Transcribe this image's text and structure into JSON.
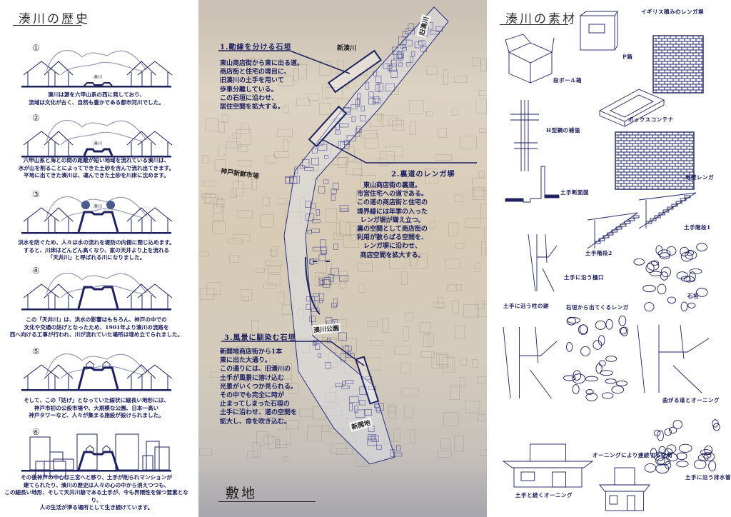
{
  "history": {
    "title": "湊川の歴史",
    "steps": [
      {
        "num": "①",
        "river_label": "湊川",
        "text": "湊川は源を六甲山系の西に発しており、\n流域は文化が古く、自然も豊かである都市河川でした。"
      },
      {
        "num": "②",
        "river_label": "湊川",
        "text": "六甲山系と海との間の距離が短い地域を流れている湊川は、\n水が山を削ることによってできた土砂を含んで流れ出てきます。\n平地に出てきた湊川は、運んできた土砂を川床に沈めます。"
      },
      {
        "num": "③",
        "river_label": "湊川",
        "text": "洪水を防ぐため、人々は水の流れを堤防の内側に閉じ込めます。\nすると、川床はどんどん高くなり、家の天井より上を流れる\n「天井川」と呼ばれる川になりました。"
      },
      {
        "num": "④",
        "text": "この「天井川」は、洪水の影響はもちろん、神戸の中での\n文化や交通の妨げとなったため、1901年より湊川の流路を\n西へ向ける工事が行われ、川が流れていた場所は埋め立てられました。"
      },
      {
        "num": "⑤",
        "text": "そして、この「妨げ」となっていた線状に細長い地形には、\n神戸市初の公設市場や、大規模な公園、日本一高い\n神戸タワーなど、人々が集まる施設が設けられました。"
      },
      {
        "num": "⑥",
        "text": "その後神戸の中心は三宮へと移り、土手が削られマンションが\n建てられたり、湊川の歴史は人々の心の中から消えつつも、\nこの細長い地形、そして天井川跡である土手が、今も界隈性を保つ要素となり、\n人の生活が滲る場所として生き続けています。"
      }
    ]
  },
  "site": {
    "title": "敷地",
    "map_labels": {
      "shin_minatogawa": "新湊川",
      "kyu_minatogawa": "旧湊川",
      "market": "神戸新鮮市場",
      "park": "湊川公園",
      "shinkaichi": "新開地"
    },
    "notes": [
      {
        "heading": "1.動線を分ける石垣",
        "body": "東山商店街から東に出る道。\n商店街と住宅の境目に、\n旧湊川の土手を用いて\n歩車分離している。\nこの石垣に沿わせ、\n居住空間を拡大する。"
      },
      {
        "heading": "2.裏道のレンガ塀",
        "body": "東山商店街の裏道。\n市営住宅への道である。\nこの道の商店街と住宅の\n境界線には年季の入った\nレンガ塀が聳え立つ。\n裏の空間として商店街の\n利用が散らばる空間を、\nレンガ塀に沿わせ、\n商店空間を拡大する。"
      },
      {
        "heading": "3.風景に馴染む石垣",
        "body": "新開地商店街から1本\n東に出た大通り。\nこの通りには、旧湊川の\n土手が風景に溶け込む\n光景がいくつか見られる。\nその中でも完全に時が\n止まってしまった石垣の\n土手に沿わせ、道の空間を\n拡大し、命を吹き込む。"
      }
    ]
  },
  "materials": {
    "title": "湊川の素材",
    "items": [
      {
        "label": "段ボール箱"
      },
      {
        "label": "P箱"
      },
      {
        "label": "イギリス積みのレンガ塀"
      },
      {
        "label": "ボックスコンテナ"
      },
      {
        "label": "H型鋼の補強"
      },
      {
        "label": "地壁レンガ"
      },
      {
        "label": "土手断面図"
      },
      {
        "label": "土手階段1"
      },
      {
        "label": "土手階段2"
      },
      {
        "label": "土手に沿う樋口"
      },
      {
        "label": "石垣"
      },
      {
        "label": "土手に沿う柱の跡"
      },
      {
        "label": "石垣から出てくるレンガ"
      },
      {
        "label": "曲がる道とオーニング"
      },
      {
        "label": "オーニングにより連続する空間"
      },
      {
        "label": "土手に沿う排水管"
      },
      {
        "label": "土手と続くオーニング"
      }
    ]
  },
  "colors": {
    "ink": "#1d2160",
    "mountain": "#9a9cb8"
  }
}
